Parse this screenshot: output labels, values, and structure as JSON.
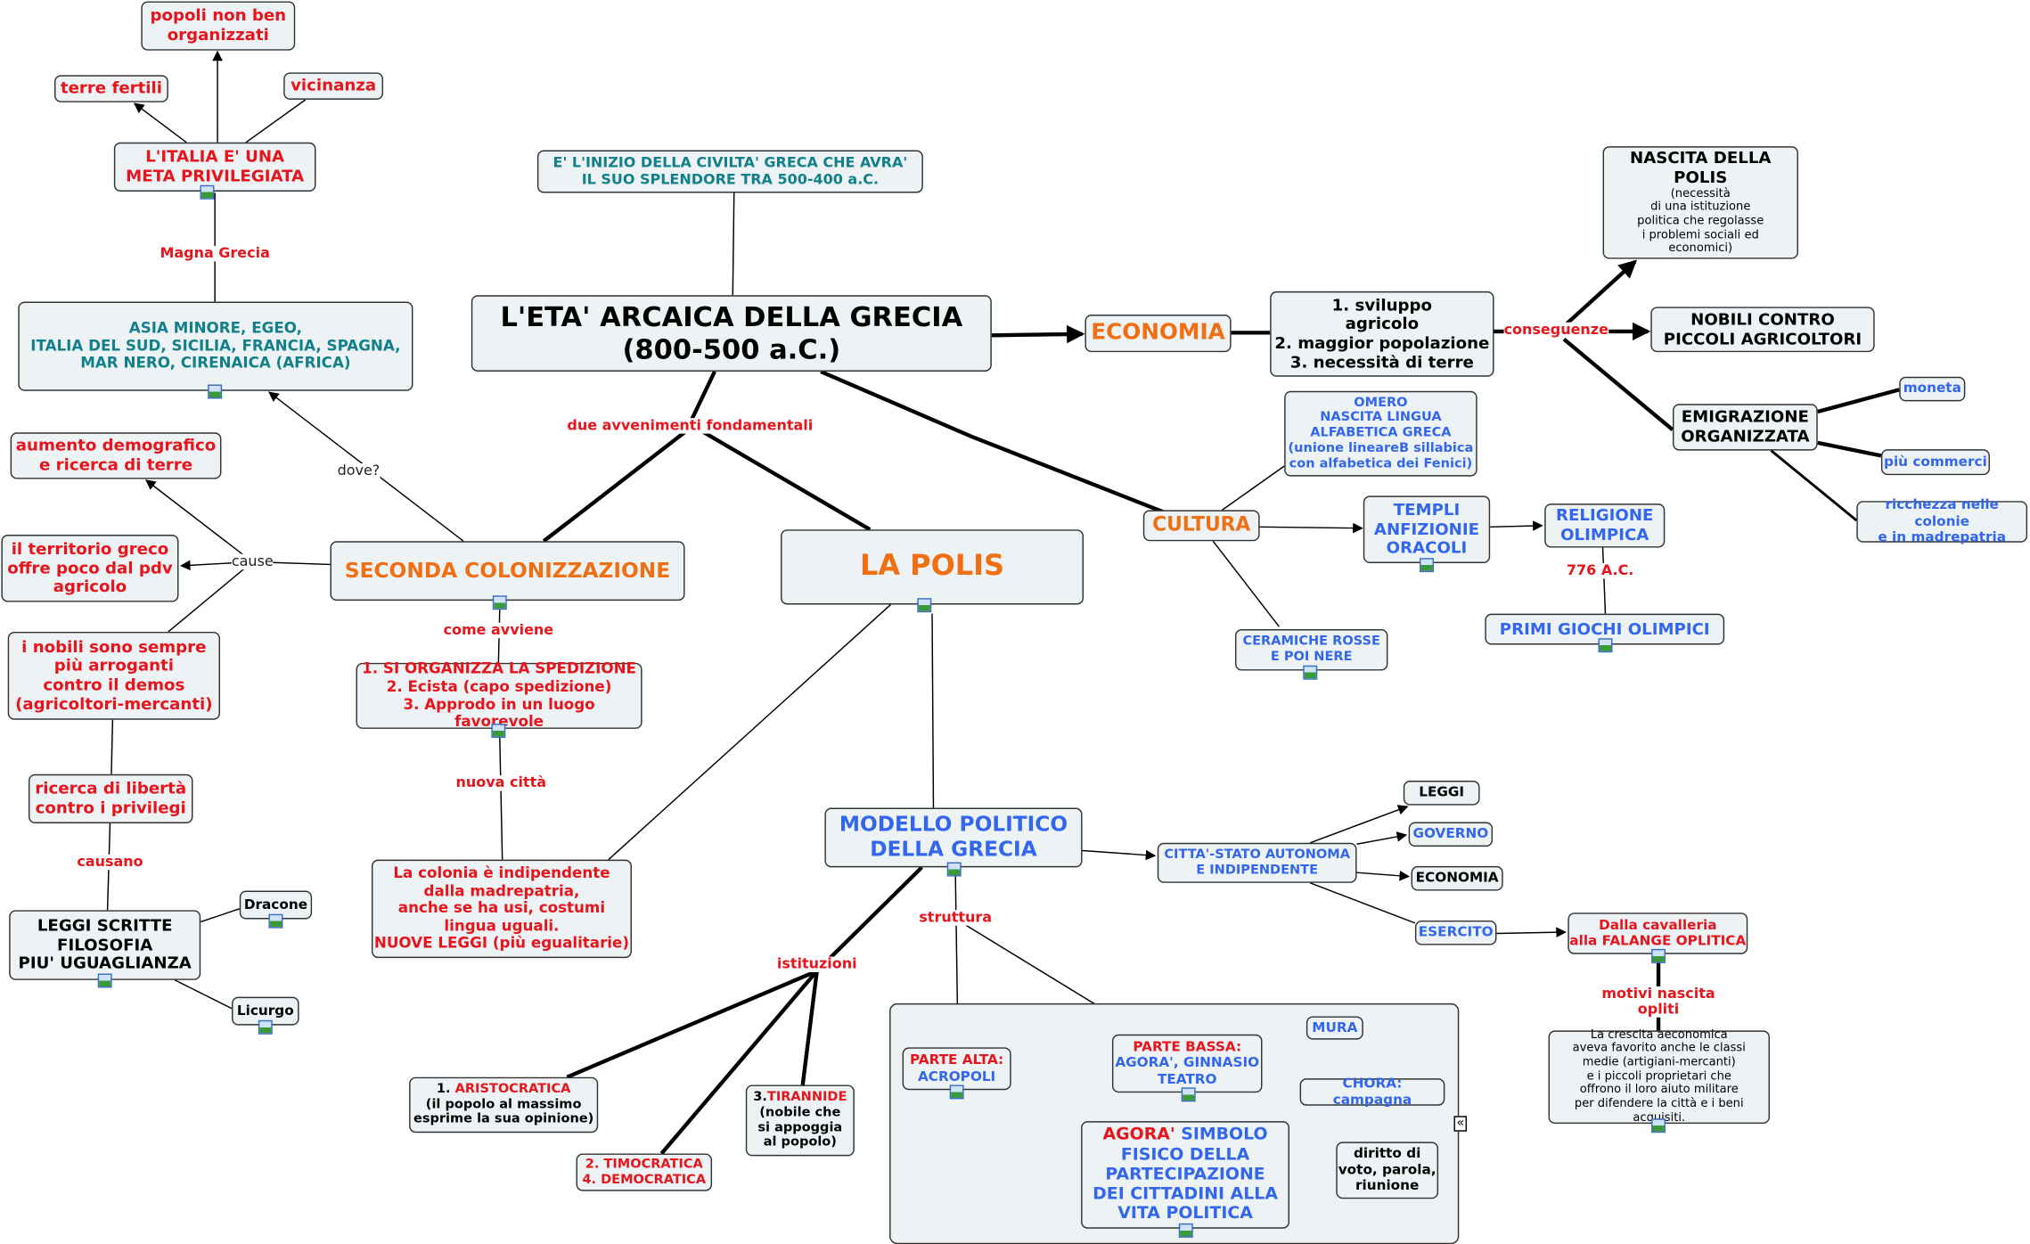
{
  "title": "L'ETA' ARCAICA DELLA GRECIA\n(800-500 a.C.)",
  "inizio": "E' L'INIZIO DELLA CIVILTA' GRECA CHE AVRA'\nIL SUO SPLENDORE TRA 500-400 a.C.",
  "italia": {
    "main": "L'ITALIA E' UNA\nMETA PRIVILEGIATA",
    "popoli": "popoli non ben\norganizzati",
    "terre": "terre fertili",
    "vicinanza": "vicinanza"
  },
  "asia": "ASIA MINORE, EGEO,\nITALIA DEL SUD, SICILIA, FRANCIA, SPAGNA,\nMAR NERO, CIRENAICA (AFRICA)",
  "colonizzazione": {
    "main": "SECONDA COLONIZZAZIONE",
    "aumento": "aumento demografico\ne ricerca di terre",
    "territorio": "il territorio greco\noffre poco dal pdv\nagricolo",
    "nobili": "i nobili sono sempre\npiù arroganti\ncontro il demos\n(agricoltori-mercanti)",
    "liberta": "ricerca di libertà\ncontro i privilegi",
    "leggi": "LEGGI SCRITTE\nFILOSOFIA\nPIU' UGUAGLIANZA",
    "dracone": "Dracone",
    "licurgo": "Licurgo",
    "spedizione": "1. SI ORGANIZZA LA SPEDIZIONE\n2. Ecista (capo spedizione)\n3. Approdo in un luogo favorevole",
    "colonia": "La colonia è indipendente\ndalla madrepatria,\nanche se ha usi, costumi\nlingua uguali.\nNUOVE LEGGI (più egualitarie)"
  },
  "economia": {
    "main": "ECONOMIA",
    "sviluppo": "1. sviluppo\nagricolo\n2. maggior popolazione\n3. necessità di terre",
    "nascita_title": "NASCITA DELLA\nPOLIS",
    "nascita_note": "(necessità\ndi una istituzione\npolitica che regolasse\ni problemi sociali ed\neconomici)",
    "nobili": "NOBILI CONTRO\nPICCOLI AGRICOLTORI",
    "emigrazione": "EMIGRAZIONE\nORGANIZZATA",
    "moneta": "moneta",
    "commerci": "più commerci",
    "ricchezza": "ricchezza nelle colonie\ne in madrepatria"
  },
  "cultura": {
    "main": "CULTURA",
    "omero": "OMERO\nNASCITA LINGUA\nALFABETICA GRECA\n(unione lineareB sillabica\ncon alfabetica dei Fenici)",
    "templi": "TEMPLI\nANFIZIONIE\nORACOLI",
    "religione": "RELIGIONE\nOLIMPICA",
    "giochi": "PRIMI GIOCHI OLIMPICI",
    "ceramiche": "CERAMICHE ROSSE\nE POI NERE"
  },
  "polis": {
    "main": "LA POLIS",
    "modello": "MODELLO POLITICO\nDELLA GRECIA",
    "citta": "CITTA'-STATO AUTONOMA\nE INDIPENDENTE",
    "leggi": "LEGGI",
    "governo": "GOVERNO",
    "economia": "ECONOMIA",
    "esercito": "ESERCITO",
    "falange": "Dalla cavalleria\nalla FALANGE OPLITICA",
    "crescita": "La crescita aeconomica\naveva favorito anche le classi\nmedie (artigiani-mercanti)\ne i piccoli proprietari che\noffrono il loro aiuto militare\nper difendere la città e i beni acquisiti.",
    "alta_r": "PARTE ALTA:",
    "alta_b": "ACROPOLI",
    "bassa_r": "PARTE BASSA:",
    "bassa_b": "AGORA', GINNASIO\nTEATRO",
    "mura": "MURA",
    "chora": "CHORA: campagna",
    "agora_r": "AGORA'",
    "agora_b": " SIMBOLO\nFISICO DELLA\nPARTECIPAZIONE\nDEI CITTADINI ALLA\nVITA POLITICA",
    "diritto": "diritto di\nvoto, parola,\nriunione",
    "aristo_n": "1. ",
    "aristo_r": "ARISTOCRATICA",
    "aristo_b": "\n(il popolo al massimo\nesprime la sua opinione)",
    "timo": "2. TIMOCRATICA\n4. DEMOCRATICA",
    "tir_n": "3.",
    "tir_r": "TIRANNIDE",
    "tir_b": "\n(nobile che\nsi appoggia\nal popolo)"
  },
  "labels": {
    "magna": "Magna Grecia",
    "dove": "dove?",
    "cause": "cause",
    "due": "due avvenimenti fondamentali",
    "come": "come avviene",
    "nuova": "nuova città",
    "causano": "causano",
    "conseguenze": "conseguenze",
    "struttura": "struttura",
    "istituzioni": "istituzioni",
    "motivi": "motivi nascita\nopliti",
    "anno": "776 A.C."
  },
  "collapse_icon": "«"
}
